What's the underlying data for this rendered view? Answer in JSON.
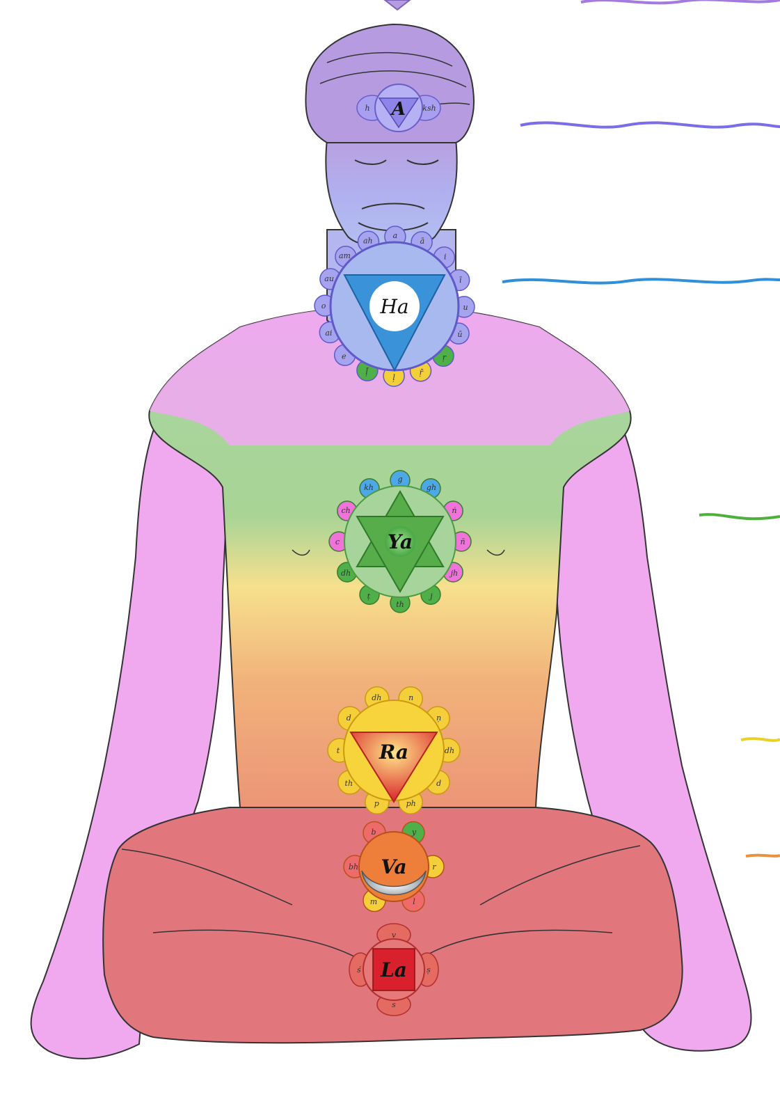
{
  "colors": {
    "crown": "#b69be0",
    "ajna": "#8f86e6",
    "throat": "#2c8bd8",
    "heart": "#4fb04a",
    "solar": "#f5cf3a",
    "sacral": "#ee7f3a",
    "root": "#d8333e",
    "skin_arms": "#f0a9ee",
    "skin_legs": "#e2767d"
  },
  "chakras": {
    "ajna": {
      "seed": "A",
      "petals": [
        "h",
        "ksh"
      ]
    },
    "throat": {
      "seed": "Ha",
      "petals": [
        "ah",
        "a",
        "ā",
        "i",
        "ī",
        "u",
        "ū",
        "ṛ",
        "ṝ",
        "ḷ",
        "ḹ",
        "e",
        "ai",
        "o",
        "au",
        "am"
      ]
    },
    "heart": {
      "seed": "Ya",
      "petals": [
        "g",
        "gh",
        "ṅ",
        "ñ",
        "jh",
        "j",
        "th",
        "ṭ",
        "dh",
        "c",
        "ch",
        "kh"
      ]
    },
    "solar": {
      "seed": "Ra",
      "petals": [
        "dh",
        "n",
        "ṇ",
        "dh",
        "d",
        "ph",
        "p",
        "th",
        "t",
        "d"
      ]
    },
    "sacral": {
      "seed": "Va",
      "petals": [
        "b",
        "y",
        "r",
        "l",
        "m",
        "bh"
      ]
    },
    "root": {
      "seed": "La",
      "petals": [
        "v",
        "ś",
        "ṣ",
        "s"
      ]
    }
  }
}
